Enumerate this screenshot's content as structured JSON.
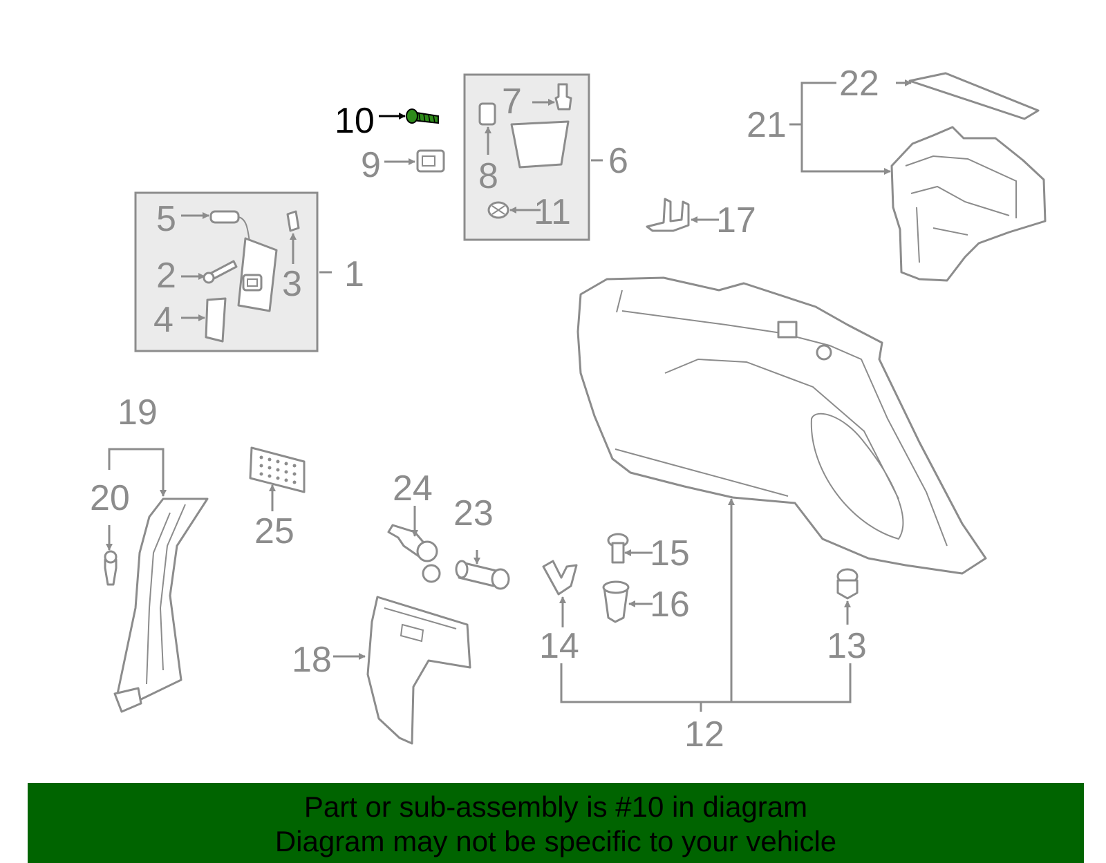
{
  "diagram": {
    "highlight_color": "#2e8b1a",
    "callouts": {
      "c1": "1",
      "c2": "2",
      "c3": "3",
      "c4": "4",
      "c5": "5",
      "c6": "6",
      "c7": "7",
      "c8": "8",
      "c9": "9",
      "c10": "10",
      "c11": "11",
      "c12": "12",
      "c13": "13",
      "c14": "14",
      "c15": "15",
      "c16": "16",
      "c17": "17",
      "c18": "18",
      "c19": "19",
      "c20": "20",
      "c21": "21",
      "c22": "22",
      "c23": "23",
      "c24": "24",
      "c25": "25"
    },
    "highlighted_part": "10"
  },
  "banner": {
    "line1": "Part or sub-assembly is #10 in diagram",
    "line2": "Diagram may not be specific to your vehicle",
    "background": "#006400"
  }
}
